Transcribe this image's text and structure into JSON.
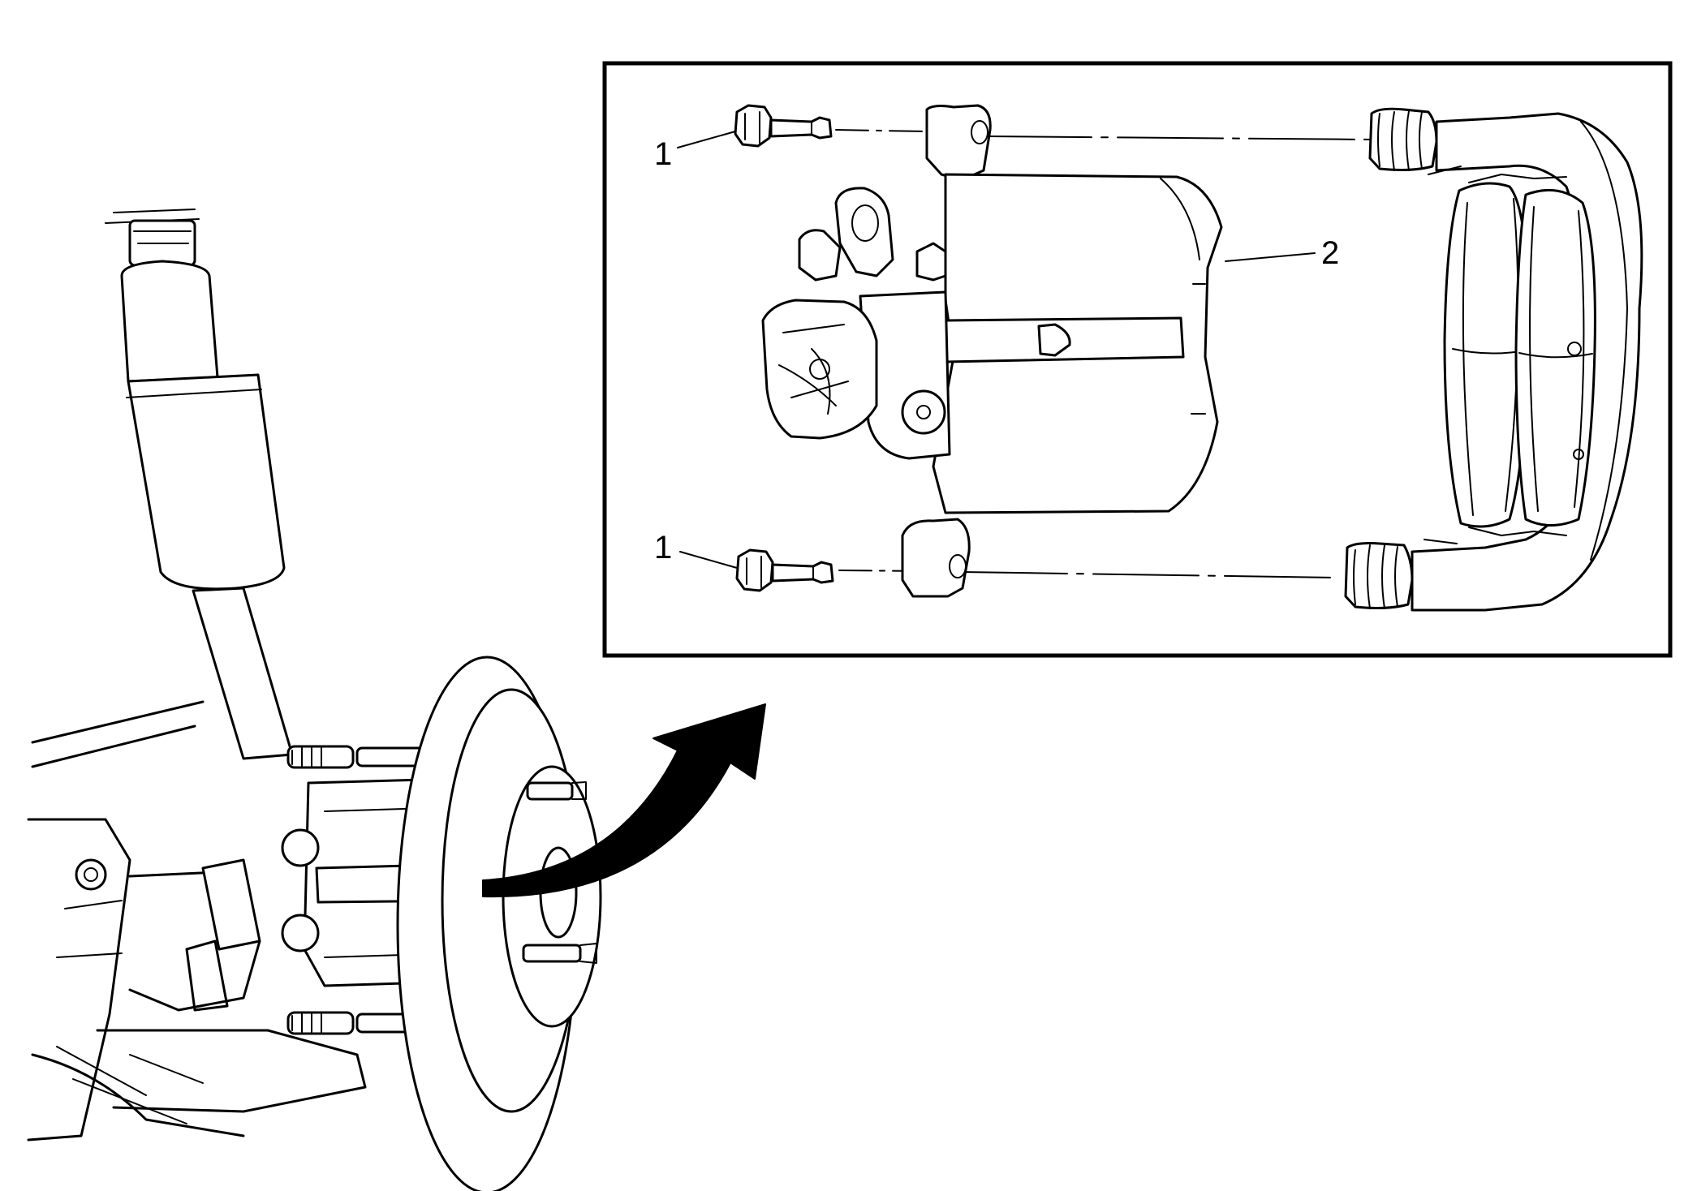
{
  "callouts": {
    "upper_bolt": "1",
    "lower_bolt": "1",
    "caliper": "2"
  },
  "colors": {
    "ink": "#000000",
    "paper": "#ffffff"
  },
  "icons": {
    "transition": "curved-arrow-icon"
  }
}
